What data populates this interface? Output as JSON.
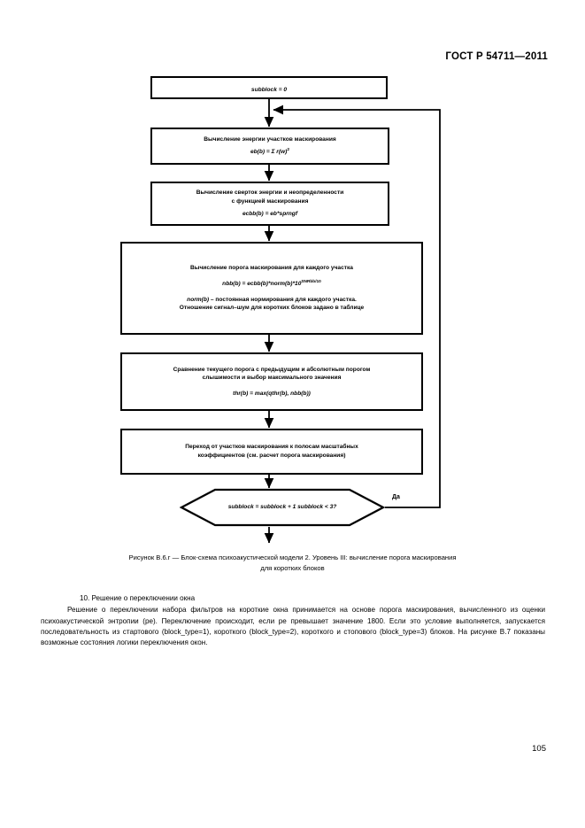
{
  "header": {
    "standard": "ГОСТ Р 54711—2011"
  },
  "flowchart": {
    "start": {
      "text": "subblock = 0"
    },
    "energy": {
      "title": "Вычисление энергии участков маскирования",
      "formula": "eb(b) = Σ r(w)",
      "formula_sup": "2"
    },
    "convolution": {
      "title_l1": "Вычисление сверток энергии и неопределенности",
      "title_l2": "с функцией маскирования",
      "formula": "ecbb(b) = eb*sprngf"
    },
    "threshold": {
      "title": "Вычисление порога маскирования для каждого участка",
      "formula": "nbb(b) = ecbb(b)*norm(b)*10",
      "formula_sup": "SNRbb/10",
      "note_l1_italic": "norm(b)",
      "note_l1_rest": " – постоянная нормирования для каждого участка.",
      "note_l2": "Отношение сигнал–шум для коротких блоков задано в таблице"
    },
    "compare": {
      "title_l1": "Сравнение текущего порога с предыдущим и абсолютным порогом",
      "title_l2": "слышимости и выбор максимального значения",
      "formula": "thr(b) = max(qthr(b), nbb(b))"
    },
    "mapping": {
      "title_l1": "Переход от участков маскирования к полосам масштабных",
      "title_l2": "коэффициентов (см. расчет порога маскирования)"
    },
    "decision": {
      "line1": "subblock = subblock + 1",
      "line2": "subblock < 3?",
      "yes_label": "Да"
    }
  },
  "caption": {
    "line1": "Рисунок В.6.г — Блок-схема психоакустической модели 2. Уровень III: вычисление порога маскирования",
    "line2": "для коротких блоков"
  },
  "body": {
    "item_heading": "10.  Решение о переключении окна",
    "paragraph": "Решение о переключении набора фильтров на короткие окна принимается на основе порога маскирования, вычисленного из оценки психоакустической энтропии (pe). Переключение происходит, если pe превышает значение 1800. Если это условие выполняется, запускается последовательность из стартового (block_type=1), короткого (block_type=2), короткого и стопового (block_type=3) блоков. На рисунке В.7 показаны возможные состояния логики переключения окон."
  },
  "footer": {
    "page_number": "105"
  },
  "colors": {
    "ink": "#000000",
    "paper": "#ffffff"
  }
}
